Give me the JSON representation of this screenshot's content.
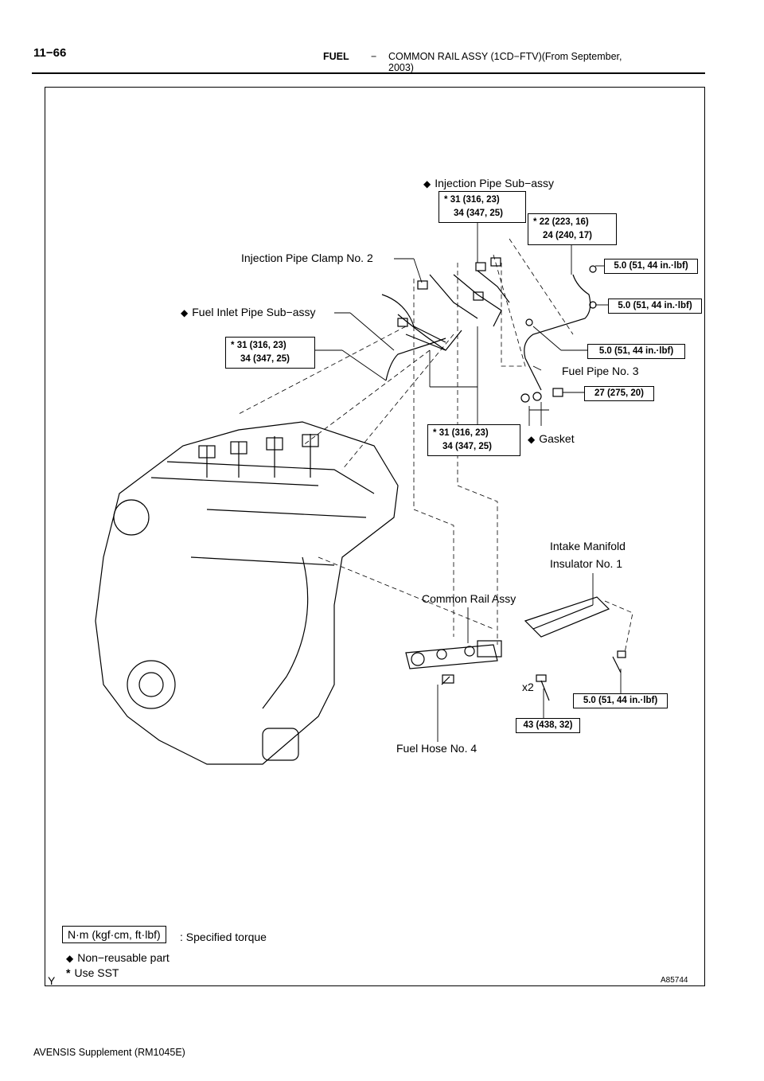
{
  "header": {
    "page_number": "11−66",
    "section": "FUEL",
    "dash": "−",
    "title": "COMMON RAIL ASSY (1CD−FTV)(From September, 2003)"
  },
  "labels": {
    "injection_pipe": "Injection Pipe Sub−assy",
    "injection_pipe_clamp": "Injection Pipe Clamp No. 2",
    "fuel_inlet_pipe": "Fuel Inlet Pipe Sub−assy",
    "fuel_pipe_no3": "Fuel Pipe No. 3",
    "gasket": "Gasket",
    "intake_manifold_line1": "Intake Manifold",
    "intake_manifold_line2": "Insulator No. 1",
    "common_rail": "Common Rail Assy",
    "fuel_hose": "Fuel Hose No. 4",
    "x2": "x2"
  },
  "torques": {
    "t1_line1": "31 (316, 23)",
    "t1_line2": "34 (347, 25)",
    "t2_line1": "22 (223, 16)",
    "t2_line2": "24 (240, 17)",
    "t3": "5.0 (51, 44 in.·lbf)",
    "t4": "5.0 (51, 44 in.·lbf)",
    "t5_line1": "31 (316, 23)",
    "t5_line2": "34 (347, 25)",
    "t6": "5.0 (51, 44 in.·lbf)",
    "t7": "27 (275, 20)",
    "t8_line1": "31 (316, 23)",
    "t8_line2": "34 (347, 25)",
    "t9": "5.0 (51, 44 in.·lbf)",
    "t10": "43 (438, 32)",
    "star": "*"
  },
  "legend": {
    "unit_box": "N·m (kgf·cm, ft·lbf)",
    "specified": ": Specified torque",
    "non_reusable": "Non−reusable part",
    "use_sst": "Use SST",
    "star": "*"
  },
  "corner_letter": "Y",
  "figure_id": "A85744",
  "footer": "AVENSIS Supplement   (RM1045E)",
  "icons": {
    "non_reusable": "diamond-icon"
  }
}
